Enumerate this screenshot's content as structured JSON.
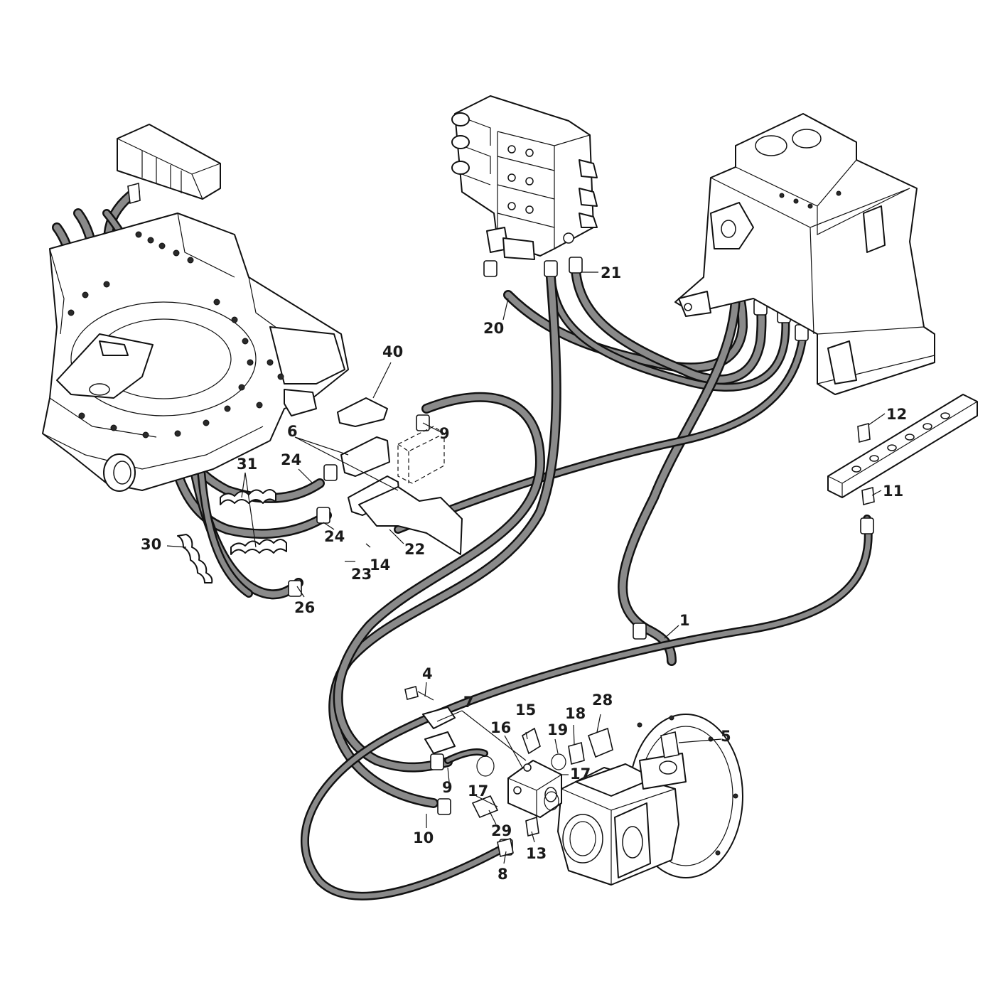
{
  "callouts": [
    {
      "id": "1",
      "text": "1"
    },
    {
      "id": "4",
      "text": "4"
    },
    {
      "id": "5",
      "text": "5"
    },
    {
      "id": "6",
      "text": "6"
    },
    {
      "id": "7",
      "text": "7"
    },
    {
      "id": "8",
      "text": "8"
    },
    {
      "id": "9a",
      "text": "9"
    },
    {
      "id": "9b",
      "text": "9"
    },
    {
      "id": "10",
      "text": "10"
    },
    {
      "id": "11",
      "text": "11"
    },
    {
      "id": "12",
      "text": "12"
    },
    {
      "id": "13",
      "text": "13"
    },
    {
      "id": "14",
      "text": "14"
    },
    {
      "id": "15",
      "text": "15"
    },
    {
      "id": "16",
      "text": "16"
    },
    {
      "id": "17a",
      "text": "17"
    },
    {
      "id": "17b",
      "text": "17"
    },
    {
      "id": "18",
      "text": "18"
    },
    {
      "id": "19",
      "text": "19"
    },
    {
      "id": "20",
      "text": "20"
    },
    {
      "id": "21",
      "text": "21"
    },
    {
      "id": "22",
      "text": "22"
    },
    {
      "id": "23",
      "text": "23"
    },
    {
      "id": "24a",
      "text": "24"
    },
    {
      "id": "24b",
      "text": "24"
    },
    {
      "id": "26",
      "text": "26"
    },
    {
      "id": "28",
      "text": "28"
    },
    {
      "id": "29",
      "text": "29"
    },
    {
      "id": "30",
      "text": "30"
    },
    {
      "id": "31",
      "text": "31"
    },
    {
      "id": "40",
      "text": "40"
    }
  ]
}
